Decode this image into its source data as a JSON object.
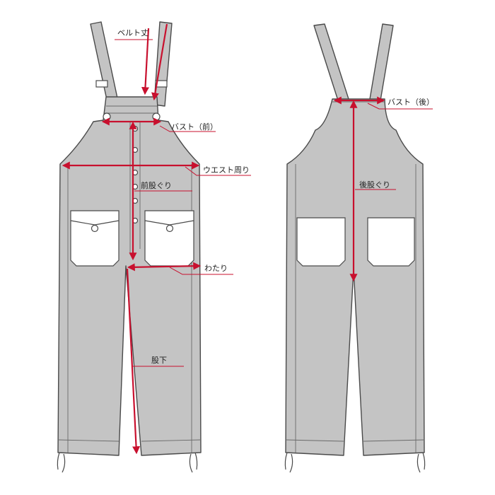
{
  "labels": {
    "belt_length": "ベルト丈",
    "bust_front": "バスト（前）",
    "waist": "ウエスト周り",
    "front_rise": "前股ぐり",
    "thigh": "わたり",
    "inseam": "股下",
    "bust_back": "バスト（後）",
    "back_rise": "後股ぐり"
  },
  "colors": {
    "measure": "#c8102e",
    "garment": "#c4c4c4",
    "outline": "#4a4a4a"
  }
}
